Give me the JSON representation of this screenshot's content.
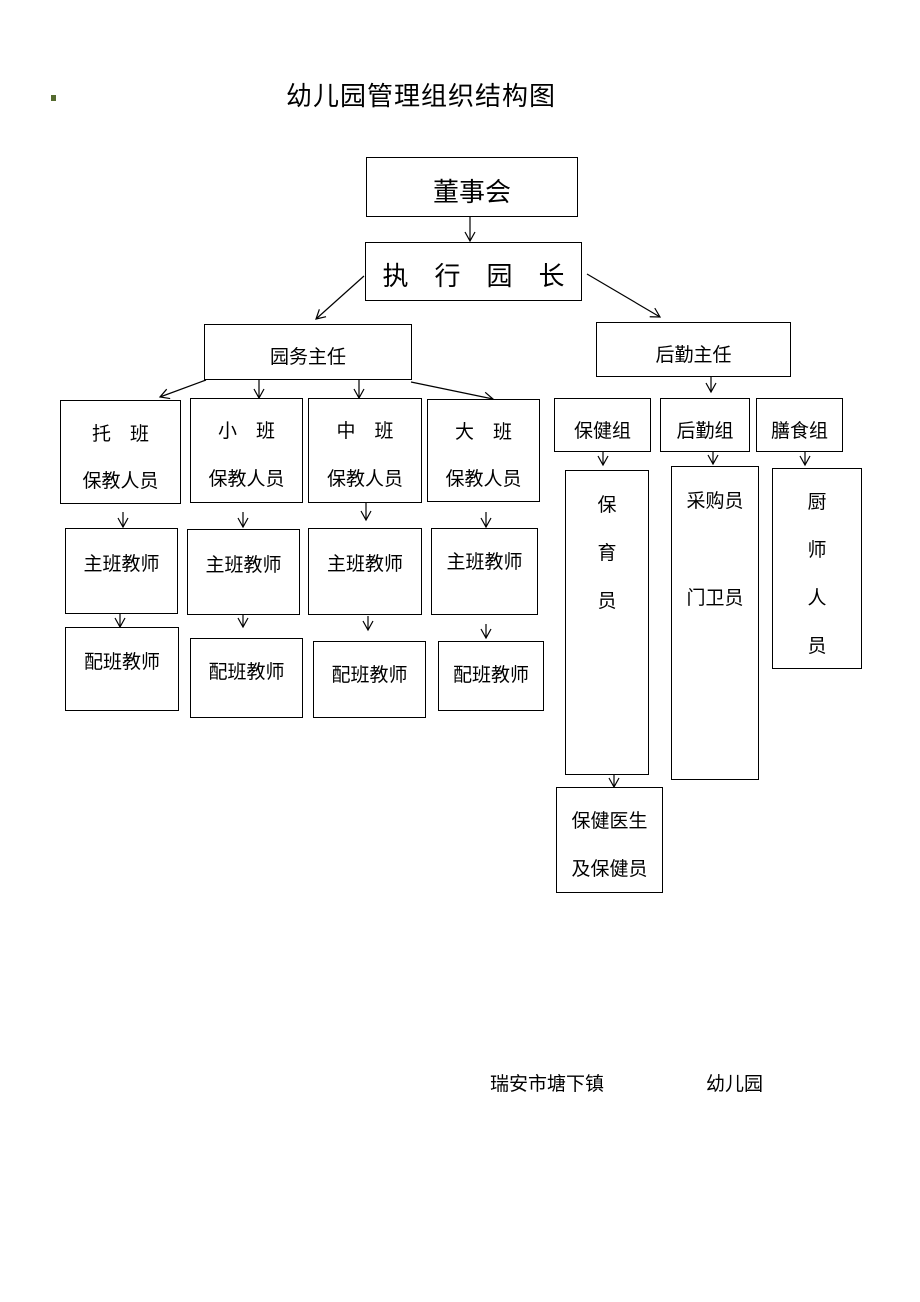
{
  "title": "幼儿园管理组织结构图",
  "board": "董事会",
  "executive": "执　行　园　长",
  "affairs_director": "园务主任",
  "logistics_director": "后勤主任",
  "classes": [
    {
      "line1": "托　班",
      "line2": "保教人员",
      "head": "主班教师",
      "assistant": "配班教师"
    },
    {
      "line1": "小　班",
      "line2": "保教人员",
      "head": "主班教师",
      "assistant": "配班教师"
    },
    {
      "line1": "中　班",
      "line2": "保教人员",
      "head": "主班教师",
      "assistant": "配班教师"
    },
    {
      "line1": "大　班",
      "line2": "保教人员",
      "head": "主班教师",
      "assistant": "配班教师"
    }
  ],
  "logistics_groups": [
    {
      "name": "保健组",
      "staff": [
        "保",
        "育",
        "员"
      ]
    },
    {
      "name": "后勤组",
      "staff": [
        "采购员",
        "门卫员"
      ]
    },
    {
      "name": "膳食组",
      "staff": [
        "厨",
        "师",
        "人",
        "员"
      ]
    }
  ],
  "health_staff": {
    "line1": "保健医生",
    "line2": "及保健员"
  },
  "footer": {
    "location": "瑞安市塘下镇",
    "org": "幼儿园"
  }
}
